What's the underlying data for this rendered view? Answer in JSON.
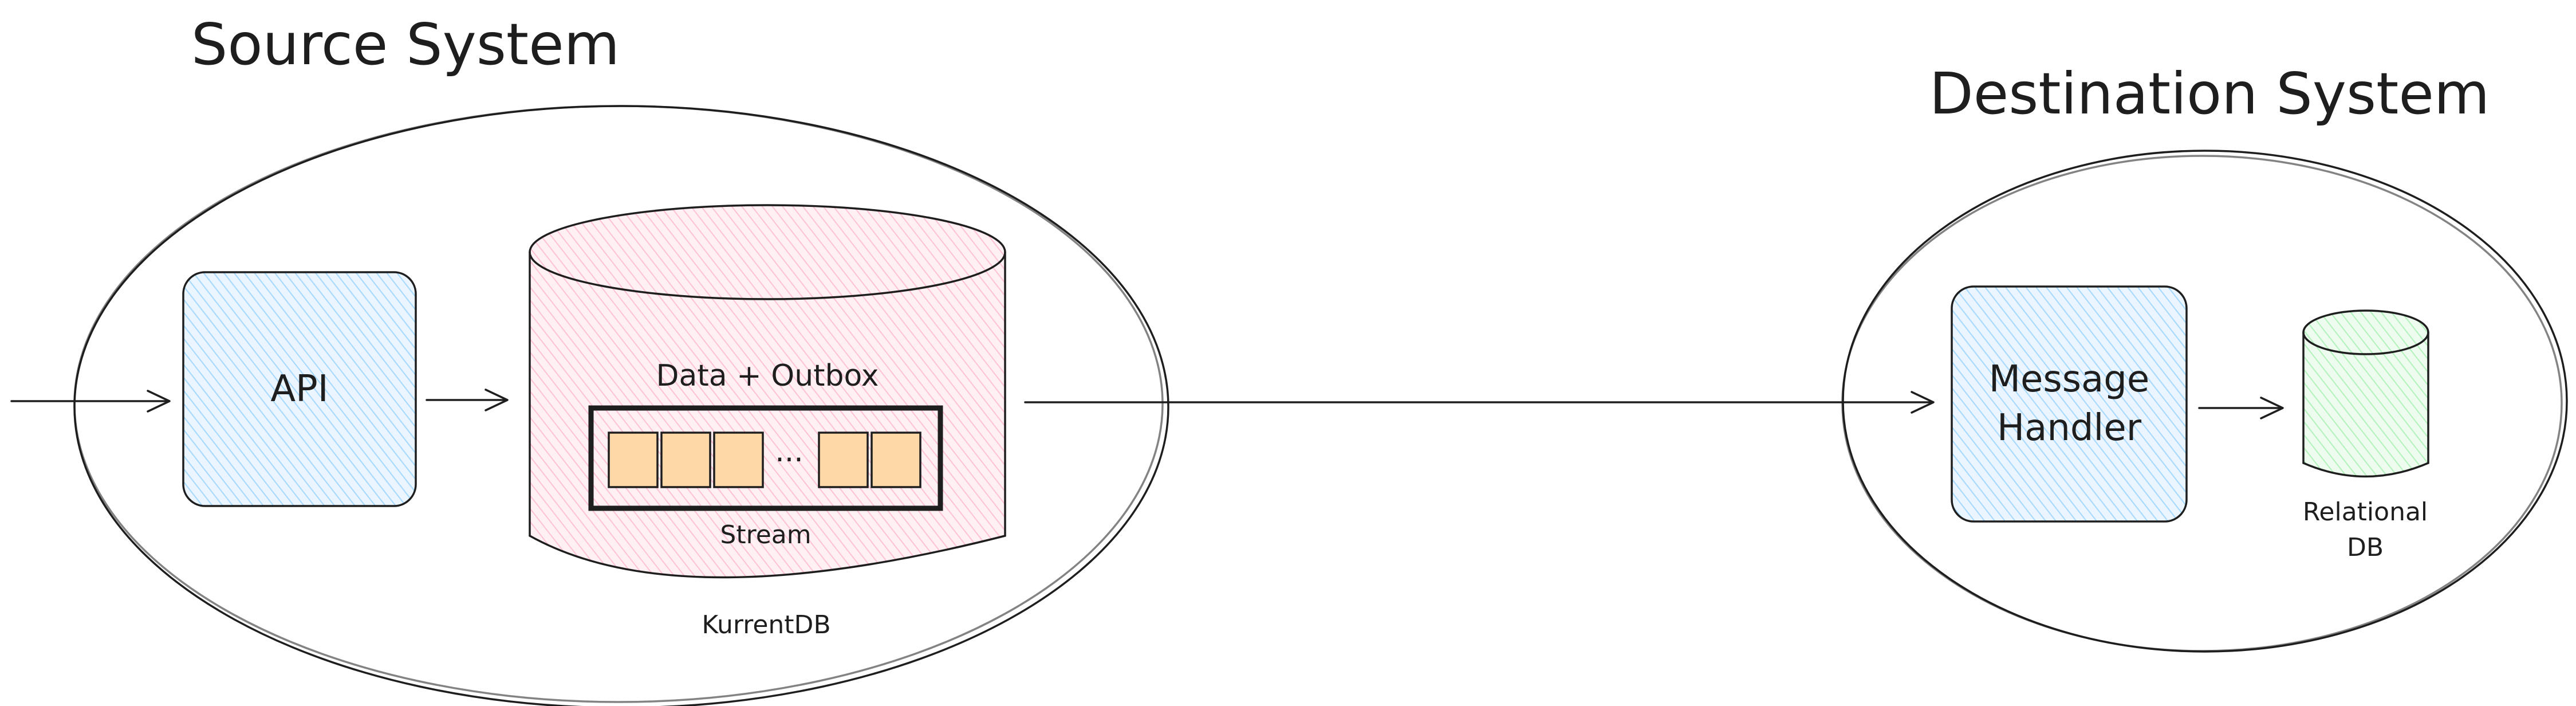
{
  "source_system": {
    "title": "Source System",
    "api_label": "API",
    "store_title": "Data + Outbox",
    "stream_ellipsis": "...",
    "stream_label": "Stream",
    "db_label": "KurrentDB"
  },
  "destination_system": {
    "title": "Destination System",
    "handler_label_line1": "Message",
    "handler_label_line2": "Handler",
    "db_label_line1": "Relational",
    "db_label_line2": "DB"
  },
  "colors": {
    "api_fill": "#a5d8ff",
    "store_fill": "#ffc9d9",
    "stream_item_fill": "#ffd8a8",
    "relational_db_fill": "#b2f2bb",
    "handler_fill": "#a5d8ff"
  }
}
